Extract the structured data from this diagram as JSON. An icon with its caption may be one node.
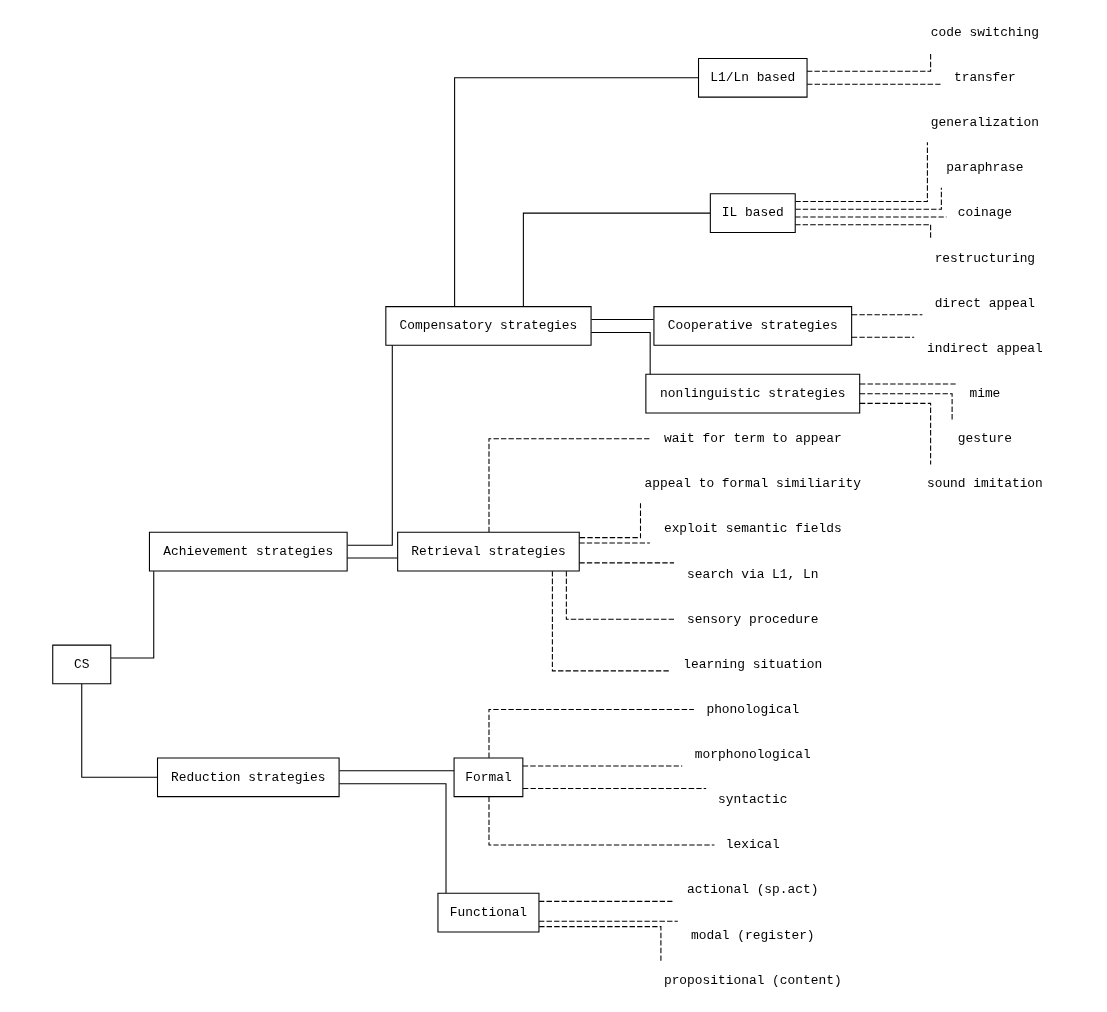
{
  "diagram": {
    "nodes": [
      {
        "text": [
          "CS"
        ]
      },
      {
        "text": [
          "Achievement strategies"
        ]
      },
      {
        "text": [
          "Compensatory strategies"
        ]
      },
      {
        "text": [
          "L1/Ln based"
        ]
      },
      {
        "text": [
          "code switching"
        ]
      },
      {
        "text": [
          "transfer"
        ]
      },
      {
        "text": [
          "IL based"
        ]
      },
      {
        "text": [
          "generalization"
        ]
      },
      {
        "text": [
          "paraphrase"
        ]
      },
      {
        "text": [
          "coinage"
        ]
      },
      {
        "text": [
          "restructuring"
        ]
      },
      {
        "text": [
          "Cooperative strategies"
        ]
      },
      {
        "text": [
          "direct appeal"
        ]
      },
      {
        "text": [
          "indirect appeal"
        ]
      },
      {
        "text": [
          "nonlinguistic strategies"
        ]
      },
      {
        "text": [
          "mime"
        ]
      },
      {
        "text": [
          "gesture"
        ]
      },
      {
        "text": [
          "sound imitation"
        ]
      },
      {
        "text": [
          "Retrieval strategies"
        ]
      },
      {
        "text": [
          "wait for term to appear"
        ]
      },
      {
        "text": [
          "appeal to formal similiarity"
        ]
      },
      {
        "text": [
          "exploit semantic fields"
        ]
      },
      {
        "text": [
          "search via L1, Ln"
        ]
      },
      {
        "text": [
          "sensory procedure"
        ]
      },
      {
        "text": [
          "learning situation"
        ]
      },
      {
        "text": [
          "Reduction strategies"
        ]
      },
      {
        "text": [
          "Formal"
        ]
      },
      {
        "text": [
          "phonological"
        ]
      },
      {
        "text": [
          "morphonological"
        ]
      },
      {
        "text": [
          "syntactic"
        ]
      },
      {
        "text": [
          "lexical"
        ]
      },
      {
        "text": [
          "Functional"
        ]
      },
      {
        "text": [
          "actional (sp.act)"
        ]
      },
      {
        "text": [
          "modal (register)"
        ]
      },
      {
        "text": [
          "propositional (content)"
        ]
      }
    ],
    "edges": [
      {
        "from": 0,
        "to": 1,
        "arrow": "none"
      },
      {
        "from": 1,
        "to": 2,
        "arrow": "none"
      },
      {
        "from": 2,
        "to": 3,
        "arrow": "none"
      },
      {
        "from": 3,
        "to": 4,
        "arrow": "none",
        "style": "dashed"
      },
      {
        "from": 3,
        "to": 5,
        "arrow": "none",
        "style": "dashed"
      },
      {
        "from": 2,
        "to": 6,
        "arrow": "none"
      },
      {
        "from": 6,
        "to": 7,
        "arrow": "none",
        "style": "dashed"
      },
      {
        "from": 6,
        "to": 8,
        "arrow": "none",
        "style": "dashed"
      },
      {
        "from": 6,
        "to": 9,
        "arrow": "none",
        "style": "dashed"
      },
      {
        "from": 6,
        "to": 10,
        "arrow": "none",
        "style": "dashed"
      },
      {
        "from": 2,
        "to": 11,
        "arrow": "none"
      },
      {
        "from": 11,
        "to": 12,
        "arrow": "none",
        "style": "dashed"
      },
      {
        "from": 11,
        "to": 13,
        "arrow": "none",
        "style": "dashed"
      },
      {
        "from": 2,
        "to": 14,
        "arrow": "none"
      },
      {
        "from": 14,
        "to": 15,
        "arrow": "none",
        "style": "dashed"
      },
      {
        "from": 14,
        "to": 16,
        "arrow": "none",
        "style": "dashed"
      },
      {
        "from": 14,
        "to": 17,
        "arrow": "none",
        "style": "dashed"
      },
      {
        "from": 1,
        "to": 18,
        "arrow": "none"
      },
      {
        "from": 18,
        "to": 19,
        "arrow": "none",
        "style": "dashed"
      },
      {
        "from": 18,
        "to": 20,
        "arrow": "none",
        "style": "dashed"
      },
      {
        "from": 18,
        "to": 21,
        "arrow": "none",
        "style": "dashed"
      },
      {
        "from": 18,
        "to": 22,
        "arrow": "none",
        "style": "dashed"
      },
      {
        "from": 18,
        "to": 23,
        "arrow": "none",
        "style": "dashed"
      },
      {
        "from": 18,
        "to": 24,
        "arrow": "none",
        "style": "dashed"
      },
      {
        "from": 0,
        "to": 25,
        "arrow": "none"
      },
      {
        "from": 25,
        "to": 26,
        "arrow": "none"
      },
      {
        "from": 26,
        "to": 27,
        "arrow": "none",
        "style": "dashed"
      },
      {
        "from": 26,
        "to": 28,
        "arrow": "none",
        "style": "dashed"
      },
      {
        "from": 26,
        "to": 29,
        "arrow": "none",
        "style": "dashed"
      },
      {
        "from": 26,
        "to": 30,
        "arrow": "none",
        "style": "dashed"
      },
      {
        "from": 25,
        "to": 31,
        "arrow": "none"
      },
      {
        "from": 31,
        "to": 32,
        "arrow": "none",
        "style": "dashed"
      },
      {
        "from": 31,
        "to": 33,
        "arrow": "none",
        "style": "dashed"
      },
      {
        "from": 31,
        "to": 34,
        "arrow": "none",
        "style": "dashed"
      }
    ]
  }
}
